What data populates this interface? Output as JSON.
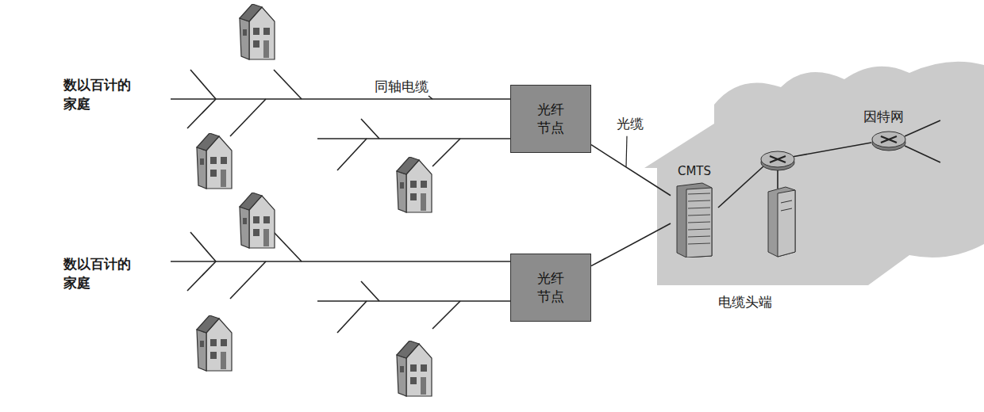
{
  "diagram": {
    "nodes": [
      {
        "text": [
          "光纤 节点"
        ]
      },
      {
        "text": [
          "光纤 节点"
        ]
      },
      {
        "text": [
          "电缆头端"
        ]
      },
      {
        "text": [
          "CMTS"
        ],
        "in": 2
      }
    ],
    "edges": [
      {
        "from": 0,
        "to": 3,
        "arrow": "none",
        "label": "光缆"
      },
      {
        "from": 1,
        "to": 3,
        "arrow": "none"
      }
    ],
    "labels": [
      "数以百计的 家庭",
      "同轴电缆",
      "数以百计的 家庭",
      "因特网"
    ]
  }
}
